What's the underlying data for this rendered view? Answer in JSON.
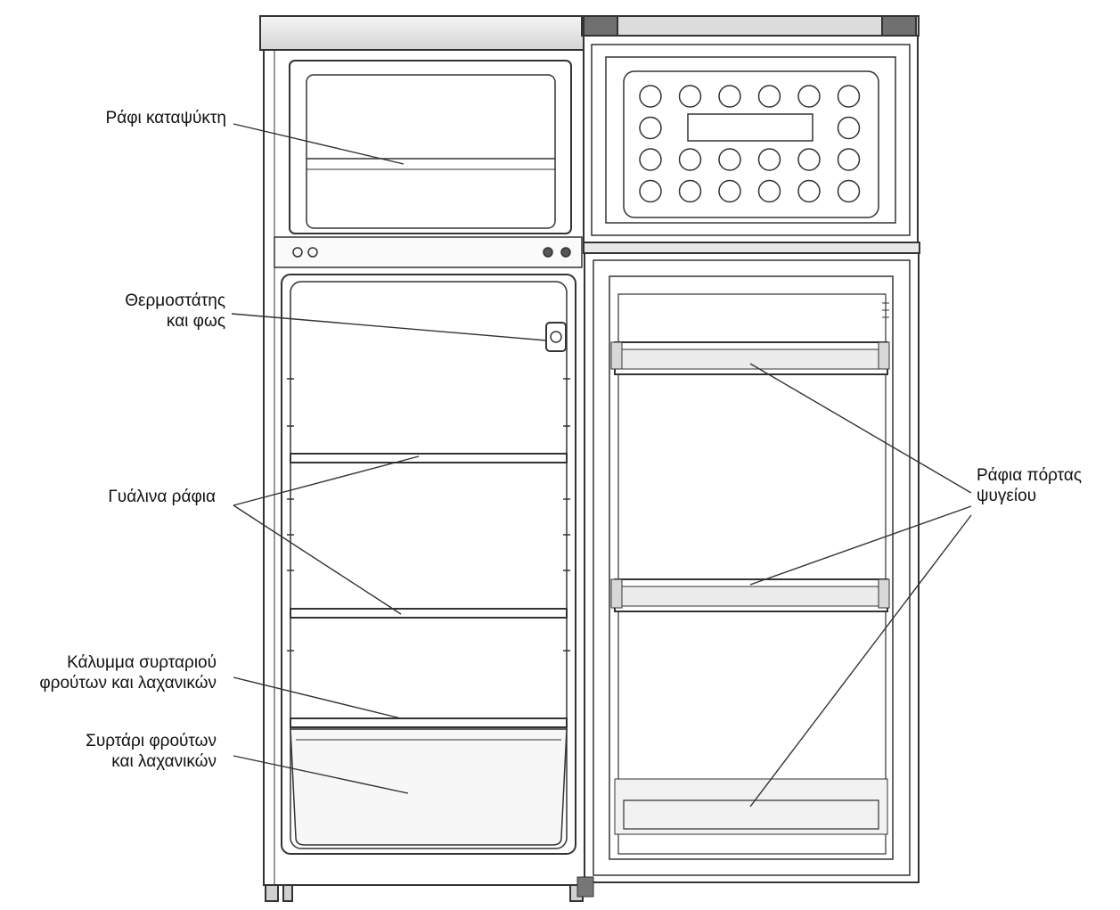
{
  "labels": {
    "freezer_shelf": "Ράφι καταψύκτη",
    "thermostat": "Θερμοστάτης\nκαι φως",
    "glass_shelves": "Γυάλινα ράφια",
    "crisper_cover": "Κάλυμμα συρταριού\nφρούτων και λαχανικών",
    "crisper_drawer": "Συρτάρι φρούτων\nκαι λαχανικών",
    "door_shelves": "Ράφια πόρτας\nψυγείου"
  },
  "freezer_door_buttons": {
    "rows": 4,
    "columns": 6
  },
  "colors": {
    "line": "#333333",
    "fill": "#ffffff",
    "shade": "#e6e6e6",
    "text": "#111111"
  }
}
